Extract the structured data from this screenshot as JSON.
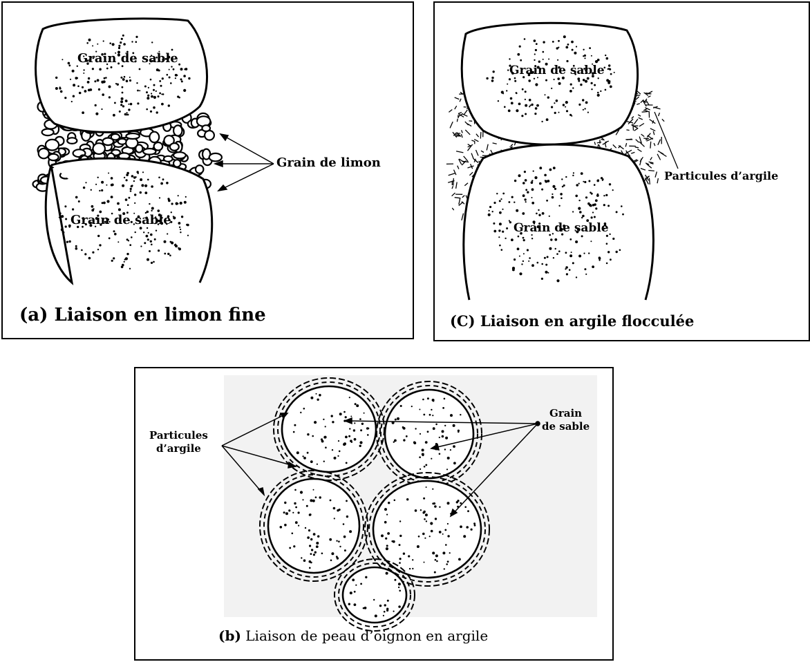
{
  "panel_a": {
    "top_grain": "Grain de sable",
    "bottom_grain": "Grain de sable",
    "silt_label": "Grain de limon",
    "caption": "(a) Liaison en limon fine"
  },
  "panel_c": {
    "top_grain": "Grain de sable",
    "bottom_grain": "Grain de sable",
    "clay_label": "Particules d’argile",
    "caption": "(C) Liaison en argile flocculée"
  },
  "panel_b": {
    "clay_label_line1": "Particules",
    "clay_label_line2": "d’argile",
    "sand_label_line1": "Grain",
    "sand_label_line2": "de sable",
    "caption_prefix": "(b)",
    "caption_text": " Liaison de peau d’oignon en argile"
  }
}
